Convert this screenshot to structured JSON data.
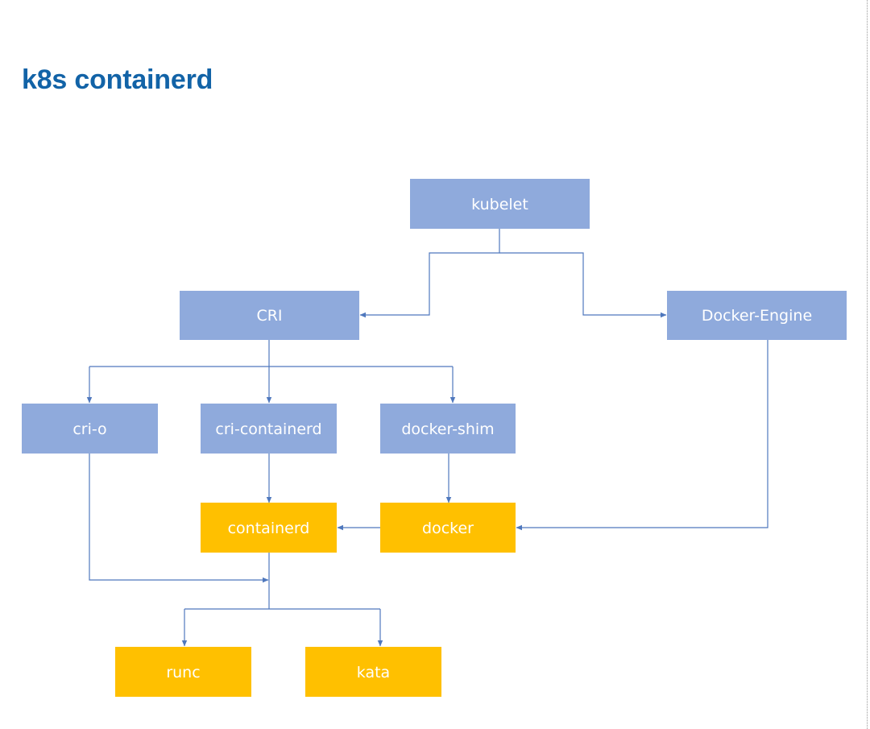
{
  "title": "k8s containerd",
  "colors": {
    "title": "#1263a7",
    "blue_node": "#8faadc",
    "yellow_node": "#ffc000",
    "edge": "#4f78bd",
    "label": "#ffffff"
  },
  "nodes": [
    {
      "id": "kubelet",
      "label": "kubelet",
      "kind": "blue"
    },
    {
      "id": "cri",
      "label": "CRI",
      "kind": "blue"
    },
    {
      "id": "docker-engine",
      "label": "Docker-Engine",
      "kind": "blue"
    },
    {
      "id": "cri-o",
      "label": "cri-o",
      "kind": "blue"
    },
    {
      "id": "cri-containerd",
      "label": "cri-containerd",
      "kind": "blue"
    },
    {
      "id": "docker-shim",
      "label": "docker-shim",
      "kind": "blue"
    },
    {
      "id": "containerd",
      "label": "containerd",
      "kind": "yellow"
    },
    {
      "id": "docker",
      "label": "docker",
      "kind": "yellow"
    },
    {
      "id": "runc",
      "label": "runc",
      "kind": "yellow"
    },
    {
      "id": "kata",
      "label": "kata",
      "kind": "yellow"
    }
  ],
  "edges": [
    {
      "from": "kubelet",
      "to": "cri"
    },
    {
      "from": "kubelet",
      "to": "docker-engine"
    },
    {
      "from": "cri",
      "to": "cri-o"
    },
    {
      "from": "cri",
      "to": "cri-containerd"
    },
    {
      "from": "cri",
      "to": "docker-shim"
    },
    {
      "from": "cri-containerd",
      "to": "containerd"
    },
    {
      "from": "docker-shim",
      "to": "docker"
    },
    {
      "from": "docker-engine",
      "to": "docker"
    },
    {
      "from": "docker",
      "to": "containerd"
    },
    {
      "from": "cri-o",
      "to": "runtime-junction"
    },
    {
      "from": "containerd",
      "to": "runc"
    },
    {
      "from": "containerd",
      "to": "kata"
    }
  ]
}
